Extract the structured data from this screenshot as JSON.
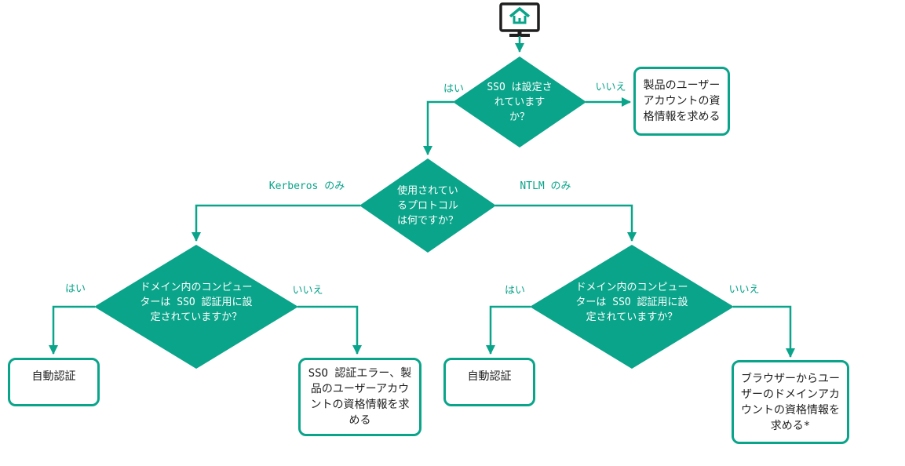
{
  "title": "SSO authentication flowchart",
  "colors": {
    "accent": "#0aa48a",
    "ink": "#1f1f1f",
    "background": "#ffffff",
    "diamond_text": "#ffffff"
  },
  "start": {
    "icon": "monitor-home-icon"
  },
  "decisions": {
    "sso_configured": {
      "text": "SSO は設定さ\nれています\nか？"
    },
    "protocol": {
      "text": "使用されてい\nるプロトコル\nは何ですか？"
    },
    "domain_left": {
      "text": "ドメイン内のコンピュー\nターは SSO 認証用に設\n定されていますか？"
    },
    "domain_right": {
      "text": "ドメイン内のコンピュー\nターは SSO 認証用に設\n定されていますか？"
    }
  },
  "labels": {
    "yes": "はい",
    "no": "いいえ",
    "kerberos": "Kerberos のみ",
    "ntlm": "NTLM のみ"
  },
  "results": {
    "product_credentials": {
      "text": "製品のユーザー\nアカウントの資\n格情報を求める"
    },
    "auto_auth_left": {
      "text": "自動認証"
    },
    "sso_error": {
      "text": "SSO 認証エラー、製\n品のユーザーアカウ\nントの資格情報を求\nめる"
    },
    "auto_auth_right": {
      "text": "自動認証"
    },
    "browser_credentials": {
      "text": "ブラウザーからユー\nザーのドメインアカ\nウントの資格情報を\n求める*"
    }
  }
}
